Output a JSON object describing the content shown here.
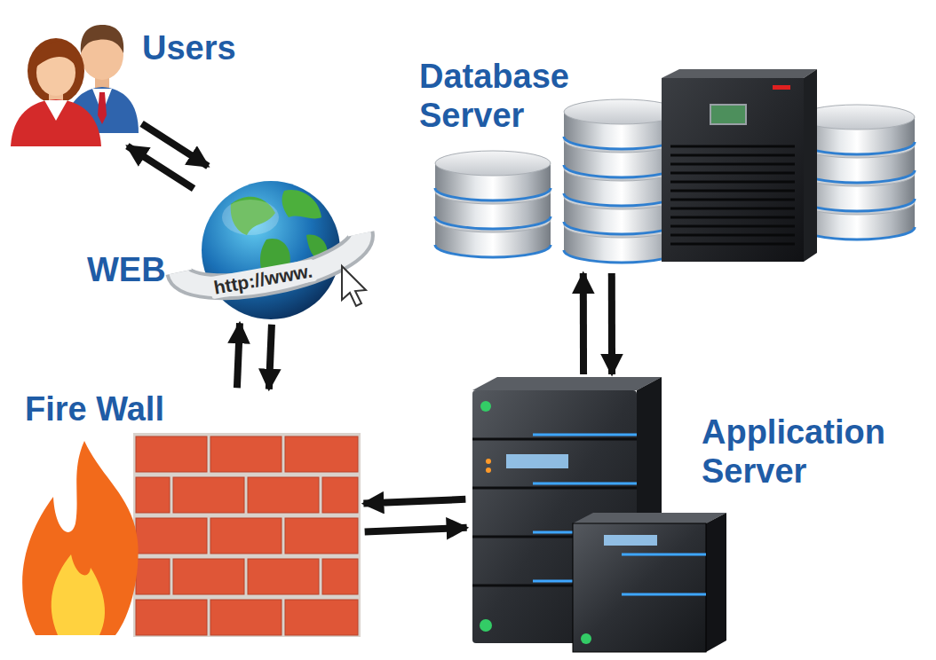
{
  "diagram": {
    "nodes": [
      {
        "text": [
          "Users"
        ]
      },
      {
        "text": [
          "Database Server"
        ]
      },
      {
        "text": [
          "WEB"
        ]
      },
      {
        "text": [
          "Fire Wall"
        ]
      },
      {
        "text": [
          "Application Server"
        ]
      }
    ],
    "edges": [
      {
        "from": 0,
        "to": 2,
        "arrow": "both"
      },
      {
        "from": 2,
        "to": 3,
        "arrow": "both"
      },
      {
        "from": 3,
        "to": 4,
        "arrow": "both"
      },
      {
        "from": 4,
        "to": 1,
        "arrow": "both"
      }
    ],
    "labels": [
      "http://www."
    ]
  }
}
